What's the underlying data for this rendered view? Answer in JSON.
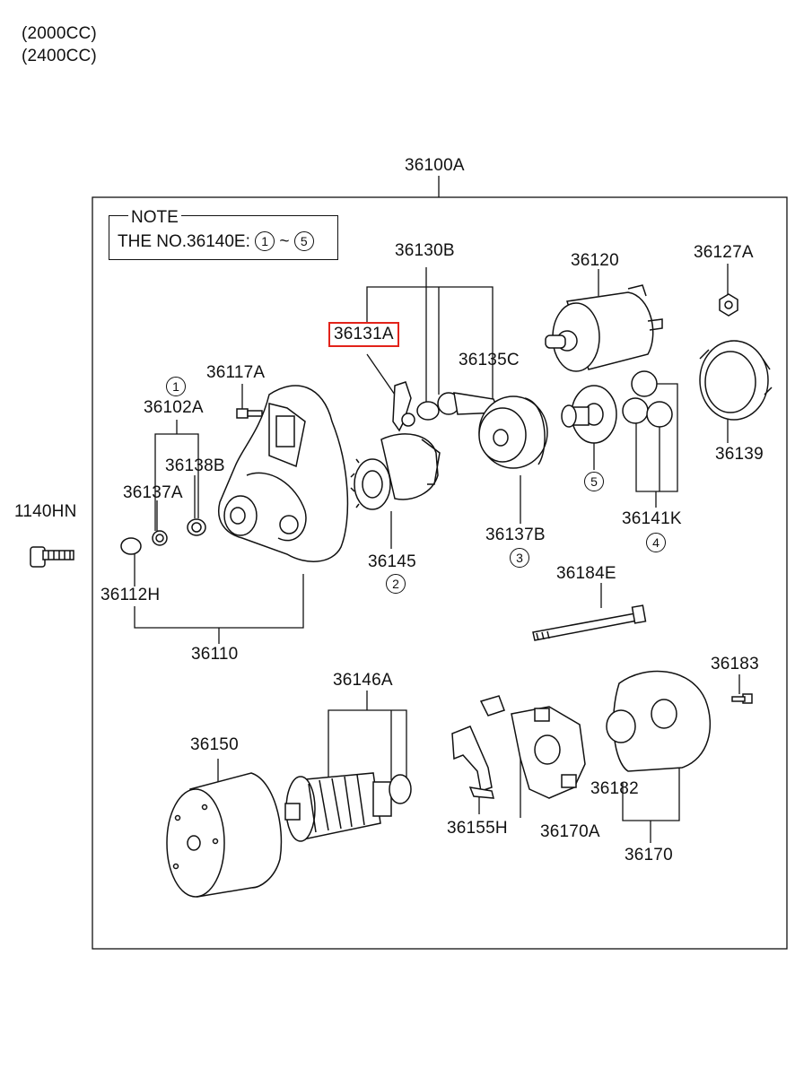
{
  "header": {
    "line1": "(2000CC)",
    "line2": "(2400CC)"
  },
  "assembly_label": "36100A",
  "note": {
    "title": "NOTE",
    "text_prefix": "THE NO.36140E:",
    "range_start": "1",
    "range_sep": "~",
    "range_end": "5"
  },
  "parts": {
    "p36130B": "36130B",
    "p36131A": "36131A",
    "p36120": "36120",
    "p36127A": "36127A",
    "p36135C": "36135C",
    "p36117A": "36117A",
    "p36102A": "36102A",
    "p36138B": "36138B",
    "p36137A": "36137A",
    "p1140HN": "1140HN",
    "p36112H": "36112H",
    "p36110": "36110",
    "p36145": "36145",
    "p36137B": "36137B",
    "p36141K": "36141K",
    "p36139": "36139",
    "p36184E": "36184E",
    "p36183": "36183",
    "p36146A": "36146A",
    "p36150": "36150",
    "p36155H": "36155H",
    "p36170A": "36170A",
    "p36182": "36182",
    "p36170": "36170"
  },
  "markers": {
    "m1": "1",
    "m2": "2",
    "m3": "3",
    "m4": "4",
    "m5": "5"
  },
  "highlight_color": "#e2231a"
}
